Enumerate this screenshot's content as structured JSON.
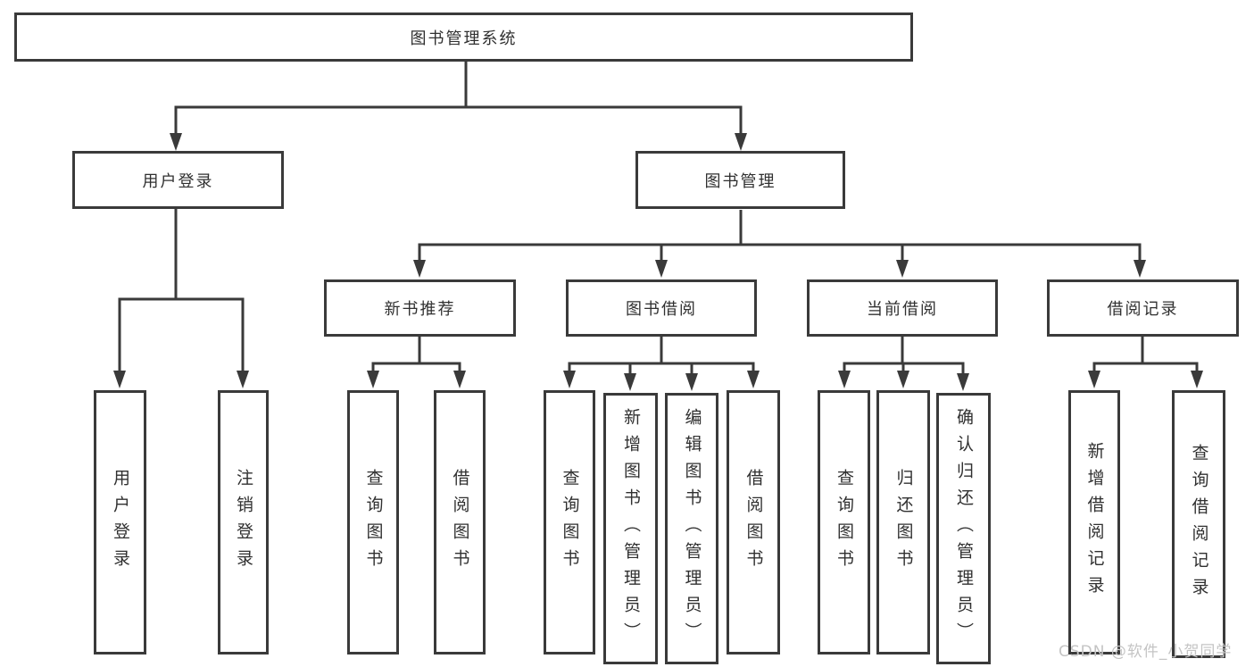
{
  "diagram": {
    "title": "图书管理系统",
    "branches": [
      {
        "label": "用户登录",
        "children": [
          {
            "label": "用户登录"
          },
          {
            "label": "注销登录"
          }
        ]
      },
      {
        "label": "图书管理",
        "children": [
          {
            "label": "新书推荐",
            "children": [
              {
                "label": "查询图书"
              },
              {
                "label": "借阅图书"
              }
            ]
          },
          {
            "label": "图书借阅",
            "children": [
              {
                "label": "查询图书"
              },
              {
                "label": "新增图书（管理员）"
              },
              {
                "label": "编辑图书（管理员）"
              },
              {
                "label": "借阅图书"
              }
            ]
          },
          {
            "label": "当前借阅",
            "children": [
              {
                "label": "查询图书"
              },
              {
                "label": "归还图书"
              },
              {
                "label": "确认归还（管理员）"
              }
            ]
          },
          {
            "label": "借阅记录",
            "children": [
              {
                "label": "新增借阅记录"
              },
              {
                "label": "查询借阅记录"
              }
            ]
          }
        ]
      }
    ]
  },
  "watermark": {
    "text": "CSDN @软件_小贺同学"
  },
  "colors": {
    "line": "#3a3a3a",
    "text": "#303030",
    "box_background": "#ffffff",
    "watermark": "#c4c4c4",
    "page_background": "#ffffff"
  }
}
